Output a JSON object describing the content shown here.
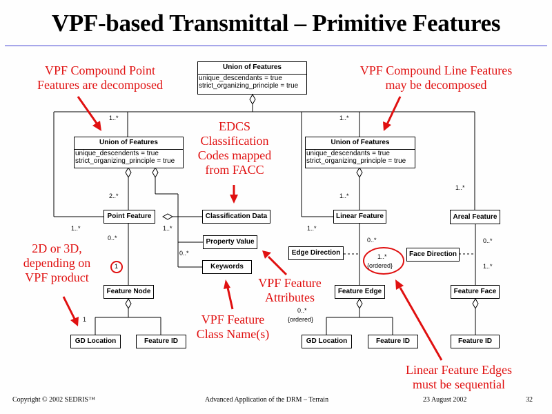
{
  "slide": {
    "title": "VPF-based Transmittal – Primitive Features",
    "colors": {
      "annotation": "#e01010",
      "title_rule": "#3a3ad0",
      "text": "#000000"
    }
  },
  "diagram": {
    "top_union": {
      "name": "Union of Features",
      "attributes": [
        "unique_descendants = true",
        "strict_organizing_principle = true"
      ]
    },
    "point_union": {
      "name": "Union of Features",
      "attributes": [
        "unique_descendents = true",
        "strict_organizing_principle = true"
      ]
    },
    "line_union": {
      "name": "Union of Features",
      "attributes": [
        "unique_descendants = true",
        "strict_organizing_principle = true"
      ]
    },
    "classes": {
      "point_feature": "Point Feature",
      "classification_data": "Classification Data",
      "property_value": "Property Value",
      "keywords": "Keywords",
      "feature_node": "Feature Node",
      "gd_location_node": "GD Location",
      "feature_id_node": "Feature ID",
      "linear_feature": "Linear Feature",
      "areal_feature": "Areal Feature",
      "edge_direction": "Edge Direction",
      "face_direction": "Face Direction",
      "feature_edge": "Feature Edge",
      "gd_location_edge": "GD Location",
      "feature_id_edge": "Feature ID",
      "feature_face": "Feature Face",
      "feature_id_face": "Feature ID"
    },
    "multiplicities": {
      "point_union_top": "1..*",
      "line_union_top": "1..*",
      "point_feature_from_union": "2..*",
      "point_feature_left": "1..*",
      "point_feature_attr": "1..*",
      "point_feature_to_node": "0..*",
      "node_one": "1",
      "keywords": "0..*",
      "gd_location_node": "1",
      "linear_feature_from_union": "1..*",
      "linear_feature_left": "1..*",
      "linear_feature_to_edge": "0..*",
      "edge_ordered": "1..*",
      "edge_ordered_label": "{ordered}",
      "areal_feature_top": "1..*",
      "areal_to_face": "0..*",
      "face_mult": "1..*",
      "edge_children": "0..*",
      "edge_children_label": "{ordered}"
    }
  },
  "annotations": {
    "compound_point": [
      "VPF Compound Point",
      "Features are decomposed"
    ],
    "compound_line": [
      "VPF Compound Line Features",
      "may be decomposed"
    ],
    "edcs": [
      "EDCS",
      "Classification",
      "Codes mapped",
      "from FACC"
    ],
    "dimension": [
      "2D or 3D,",
      "depending on",
      "VPF product"
    ],
    "feature_attributes": [
      "VPF Feature",
      "Attributes"
    ],
    "class_names": [
      "VPF Feature",
      "Class Name(s)"
    ],
    "sequential": [
      "Linear Feature Edges",
      "must be sequential"
    ]
  },
  "footer": {
    "copyright": "Copyright © 2002 SEDRIS™",
    "course": "Advanced Application of the DRM – Terrain",
    "date": "23 August 2002",
    "page": "32"
  }
}
